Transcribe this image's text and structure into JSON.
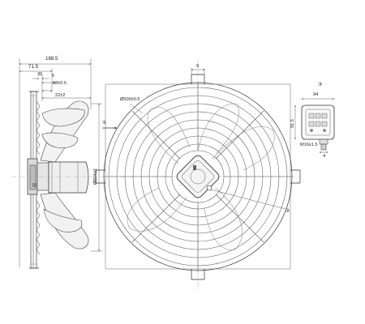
{
  "side_view": {
    "dim_overall": "188.5",
    "dim_depth": "71.5",
    "dim_offset": "36",
    "dim_flange": "5",
    "dim_hub": "68±0.5",
    "dim_guard_gap": "22±2",
    "dim_diameter": "Ø504±2"
  },
  "front_view": {
    "dim_guard_diameter": "Ø500±0.5",
    "dim_slot": "9",
    "label_1": "①",
    "label_2": "②",
    "flow_arrow": "arrow-right-icon"
  },
  "terminal_box": {
    "label_3": "③",
    "dim_width": "94",
    "dim_height": "91.5",
    "cable_gland": "M16x1.5",
    "dim_gland_offset": "4"
  }
}
